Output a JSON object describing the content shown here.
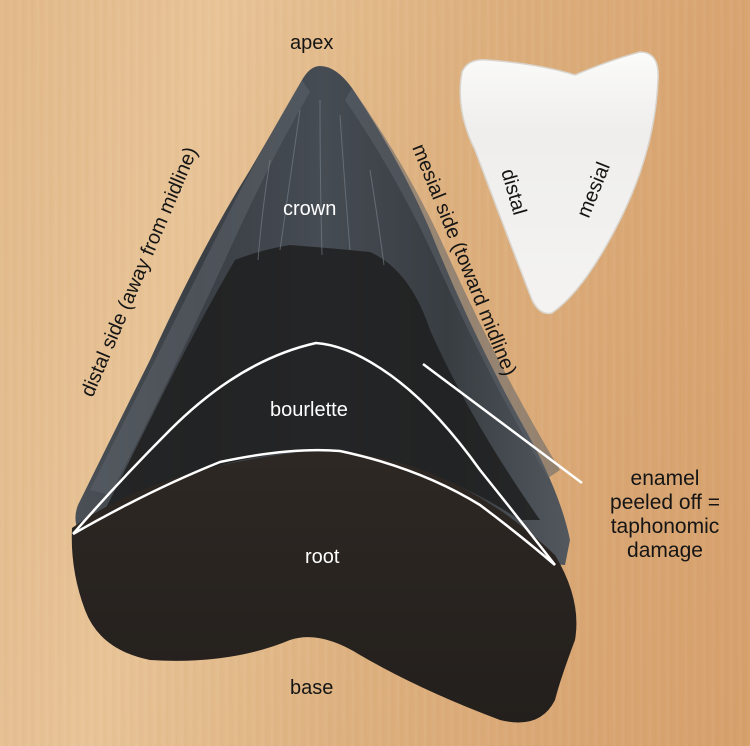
{
  "figure": {
    "subject": "Megalodon tooth compared with great white shark tooth",
    "background_color": "#e2b98a"
  },
  "labels": {
    "apex": "apex",
    "crown": "crown",
    "bourlette": "bourlette",
    "root": "root",
    "base": "base",
    "distal_side": "distal side (away from midline)",
    "mesial_side": "mesial side (toward midline)",
    "small_tooth_distal": "distal",
    "small_tooth_mesial": "mesial"
  },
  "annotation": {
    "lines": [
      "enamel",
      "peeled off =",
      "taphonomic",
      "damage"
    ]
  },
  "colors": {
    "megalodon_crown": "#3c4146",
    "megalodon_crown_edge": "#5a6066",
    "megalodon_root": "#2a2522",
    "great_white_tooth": "#f2f1ef",
    "outline": "#ffffff",
    "label_dark": "#151515"
  }
}
